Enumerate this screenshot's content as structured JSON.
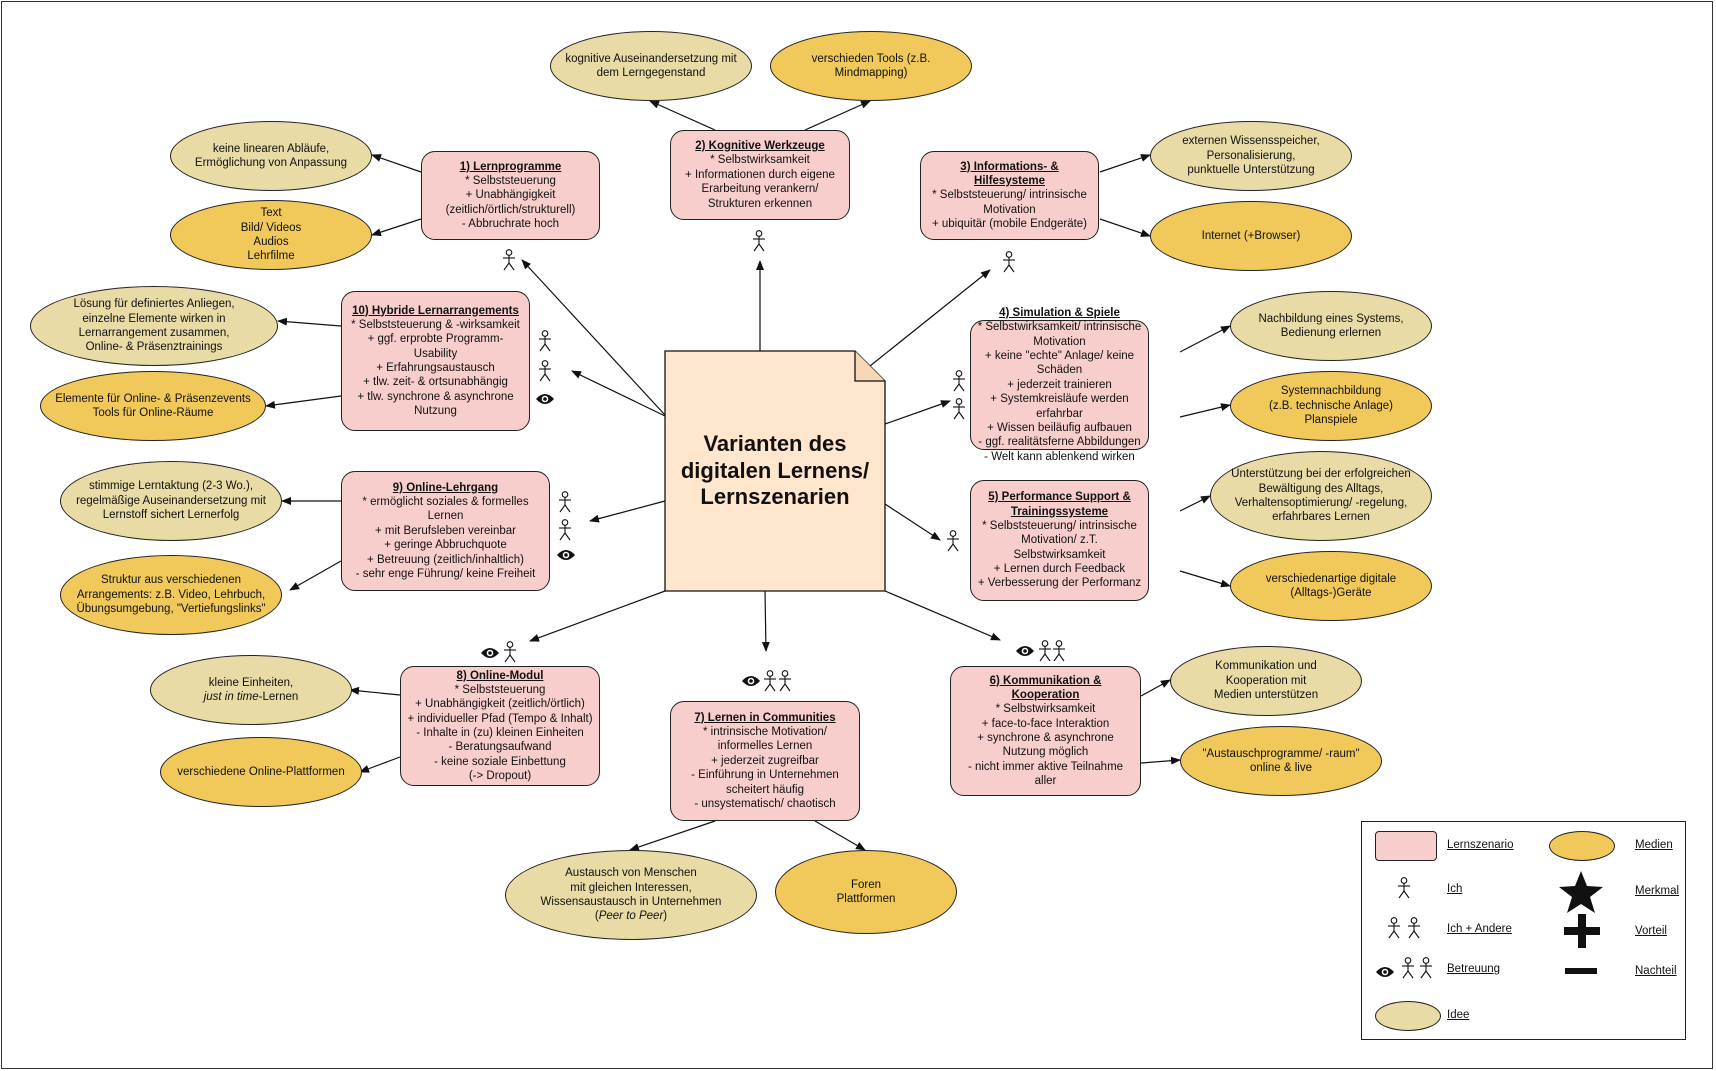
{
  "colors": {
    "scenario": "#f8cecc",
    "media": "#f1c95a",
    "idea": "#e8dba6",
    "center": "#ffe6cc"
  },
  "center": {
    "line1": "Varianten des",
    "line2": "digitalen Lernens/",
    "line3": "Lernszenarien"
  },
  "scenarios": [
    {
      "title": "1) Lernprogramme",
      "lines": [
        "* Selbststeuerung",
        "+ Unabhängigkeit",
        "(zeitlich/örtlich/strukturell)",
        "- Abbruchrate hoch"
      ]
    },
    {
      "title": "2) Kognitive Werkzeuge",
      "lines": [
        "* Selbstwirksamkeit",
        "+ Informationen durch eigene",
        "Erarbeitung verankern/",
        "Strukturen erkennen"
      ]
    },
    {
      "title": "3) Informations- & Hilfesysteme",
      "lines": [
        "* Selbststeuerung/ intrinsische",
        "Motivation",
        "+ ubiquitär (mobile Endgeräte)"
      ]
    },
    {
      "title": "4) Simulation & Spiele",
      "lines": [
        "* Selbstwirksamkeit/ intrinsische",
        "Motivation",
        "+ keine \"echte\" Anlage/ keine Schäden",
        "+ jederzeit trainieren",
        "+ Systemkreisläufe werden erfahrbar",
        "+ Wissen beiläufig aufbauen",
        "- ggf. realitätsferne Abbildungen",
        "- Welt kann ablenkend wirken"
      ]
    },
    {
      "title": "5) Performance Support & Trainingssysteme",
      "lines": [
        "* Selbststeuerung/ intrinsische",
        "Motivation/ z.T. Selbstwirksamkeit",
        "+ Lernen durch Feedback",
        "+ Verbesserung der Performanz"
      ]
    },
    {
      "title": "6) Kommunikation & Kooperation",
      "lines": [
        "* Selbstwirksamkeit",
        "+ face-to-face Interaktion",
        "+ synchrone & asynchrone",
        "Nutzung möglich",
        "- nicht immer aktive Teilnahme",
        "aller"
      ]
    },
    {
      "title": "7) Lernen in Communities",
      "lines": [
        "* intrinsische Motivation/",
        "informelles Lernen",
        "+ jederzeit zugreifbar",
        "- Einführung in Unternehmen",
        "scheitert häufig",
        "- unsystematisch/ chaotisch"
      ]
    },
    {
      "title": "8) Online-Modul",
      "lines": [
        "* Selbststeuerung",
        "+ Unabhängigkeit (zeitlich/örtlich)",
        "+ individueller Pfad (Tempo & Inhalt)",
        "- Inhalte in (zu) kleinen Einheiten",
        "- Beratungsaufwand",
        "- keine soziale Einbettung",
        "(-> Dropout)"
      ]
    },
    {
      "title": "9) Online-Lehrgang",
      "lines": [
        "* ermöglicht soziales & formelles",
        "Lernen",
        "+ mit Berufsleben vereinbar",
        "+ geringe Abbruchquote",
        "+ Betreuung (zeitlich/inhaltlich)",
        "- sehr enge Führung/ keine Freiheit"
      ]
    },
    {
      "title": "10) Hybride Lernarrangements",
      "lines": [
        "* Selbststeuerung & -wirksamkeit",
        "+ ggf. erprobte Programm-Usability",
        "+ Erfahrungsaustausch",
        "+ tlw. zeit- & ortsunabhängig",
        "+ tlw. synchrone & asynchrone",
        "Nutzung"
      ]
    }
  ],
  "ellipses": [
    {
      "kind": "idea",
      "lines": [
        "keine linearen Abläufe,",
        "Ermöglichung von Anpassung"
      ]
    },
    {
      "kind": "media",
      "lines": [
        "Text",
        "Bild/ Videos",
        "Audios",
        "Lehrfilme"
      ]
    },
    {
      "kind": "idea",
      "lines": [
        "kognitive Auseinandersetzung mit",
        "dem Lerngegenstand"
      ]
    },
    {
      "kind": "media",
      "lines": [
        "verschieden Tools (z.B.",
        "Mindmapping)"
      ]
    },
    {
      "kind": "idea",
      "lines": [
        "externen Wissensspeicher,",
        "Personalisierung,",
        "punktuelle Unterstützung"
      ]
    },
    {
      "kind": "media",
      "lines": [
        "Internet (+Browser)"
      ]
    },
    {
      "kind": "idea",
      "lines": [
        "Nachbildung eines Systems,",
        "Bedienung erlernen"
      ]
    },
    {
      "kind": "media",
      "lines": [
        "Systemnachbildung",
        "(z.B. technische Anlage)",
        "Planspiele"
      ]
    },
    {
      "kind": "idea",
      "lines": [
        "Unterstützung bei der erfolgreichen",
        "Bewältigung des Alltags,",
        "Verhaltensoptimierung/ -regelung,",
        "erfahrbares Lernen"
      ]
    },
    {
      "kind": "media",
      "lines": [
        "verschiedenartige digitale",
        "(Alltags-)Geräte"
      ]
    },
    {
      "kind": "idea",
      "lines": [
        "Kommunikation und Kooperation mit",
        "Medien unterstützen"
      ]
    },
    {
      "kind": "media",
      "lines": [
        "\"Austauschprogramme/ -raum\"",
        "online & live"
      ]
    },
    {
      "kind": "idea",
      "lines": [
        "Austausch von Menschen",
        "mit gleichen Interessen,",
        "Wissensaustausch in Unternehmen",
        "(Peer to Peer)"
      ]
    },
    {
      "kind": "media",
      "lines": [
        "Foren",
        "Plattformen"
      ]
    },
    {
      "kind": "idea",
      "lines": [
        "kleine Einheiten,",
        "just in time-Lernen"
      ]
    },
    {
      "kind": "media",
      "lines": [
        "verschiedene Online-Plattformen"
      ]
    },
    {
      "kind": "idea",
      "lines": [
        "stimmige Lerntaktung (2-3 Wo.),",
        "regelmäßige Auseinandersetzung mit",
        "Lernstoff sichert Lernerfolg"
      ]
    },
    {
      "kind": "media",
      "lines": [
        "Struktur aus verschiedenen",
        "Arrangements: z.B. Video, Lehrbuch,",
        "Übungsumgebung, \"Vertiefungslinks\""
      ]
    },
    {
      "kind": "idea",
      "lines": [
        "Lösung für definiertes Anliegen,",
        "einzelne Elemente wirken in",
        "Lernarrangement zusammen,",
        "Online- & Präsenztrainings"
      ]
    },
    {
      "kind": "media",
      "lines": [
        "Elemente für Online- & Präsenzevents",
        "Tools für Online-Räume"
      ]
    }
  ],
  "legend": {
    "scenario": "Lernszenario",
    "media": "Medien",
    "me": "Ich",
    "feature": "Merkmal",
    "me_others": "Ich + Andere",
    "advantage": "Vorteil",
    "support": "Betreuung",
    "disadvantage": "Nachteil",
    "idea": "Idee",
    "icons": [
      "person-icon",
      "eye-icon",
      "star-icon",
      "plus-icon",
      "minus-icon"
    ]
  }
}
